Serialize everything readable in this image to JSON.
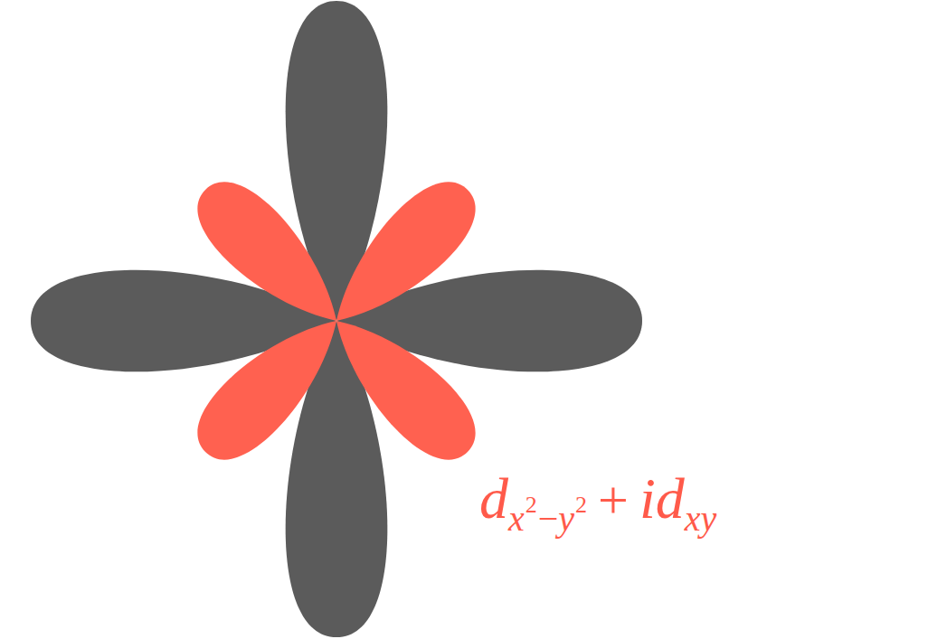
{
  "diagram": {
    "labels": [
      "d",
      "x",
      "2",
      "−",
      "y",
      "2",
      "+",
      "id",
      "xy"
    ]
  }
}
